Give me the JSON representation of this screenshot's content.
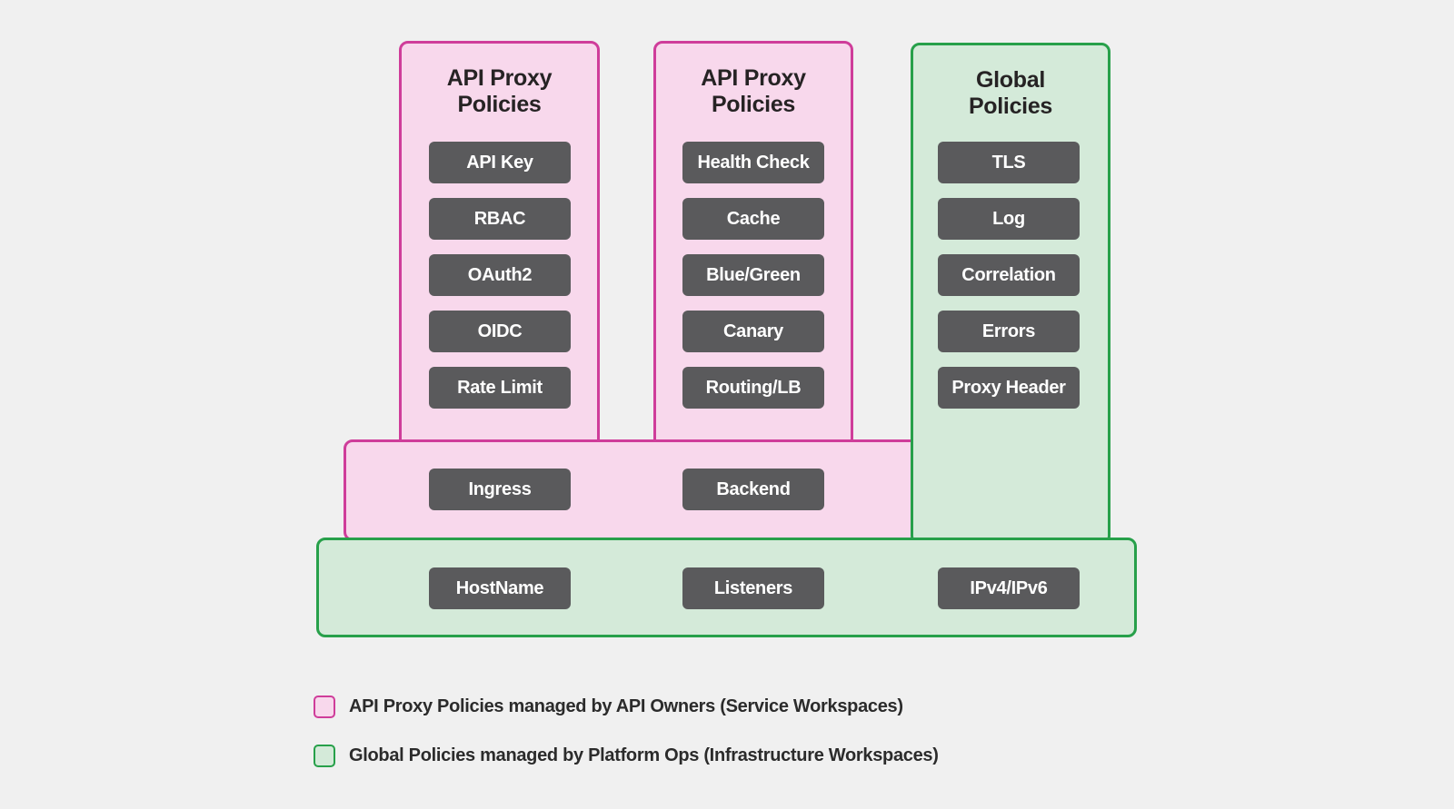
{
  "colors": {
    "background": "#f0f0f0",
    "pink_fill": "#f8d8ec",
    "pink_border": "#cf3d9a",
    "green_fill": "#d4ead9",
    "green_border": "#27a04a",
    "chip_bg": "#5a5a5c",
    "chip_text": "#ffffff",
    "title_text": "#262324"
  },
  "columns": [
    {
      "title_line1": "API Proxy",
      "title_line2": "Policies",
      "theme": "pink",
      "chips": [
        "API Key",
        "RBAC",
        "OAuth2",
        "OIDC",
        "Rate Limit"
      ]
    },
    {
      "title_line1": "API Proxy",
      "title_line2": "Policies",
      "theme": "pink",
      "chips": [
        "Health Check",
        "Cache",
        "Blue/Green",
        "Canary",
        "Routing/LB"
      ]
    },
    {
      "title_line1": "Global",
      "title_line2": "Policies",
      "theme": "green",
      "chips": [
        "TLS",
        "Log",
        "Correlation",
        "Errors",
        "Proxy Header"
      ]
    }
  ],
  "bands": {
    "proxy": {
      "theme": "pink",
      "chips": [
        "Ingress",
        "Backend"
      ]
    },
    "global": {
      "theme": "green",
      "chips": [
        "HostName",
        "Listeners",
        "IPv4/IPv6"
      ]
    }
  },
  "legend": [
    {
      "theme": "pink",
      "label": "API Proxy Policies managed by API Owners (Service Workspaces)"
    },
    {
      "theme": "green",
      "label": "Global Policies managed by Platform Ops (Infrastructure Workspaces)"
    }
  ]
}
